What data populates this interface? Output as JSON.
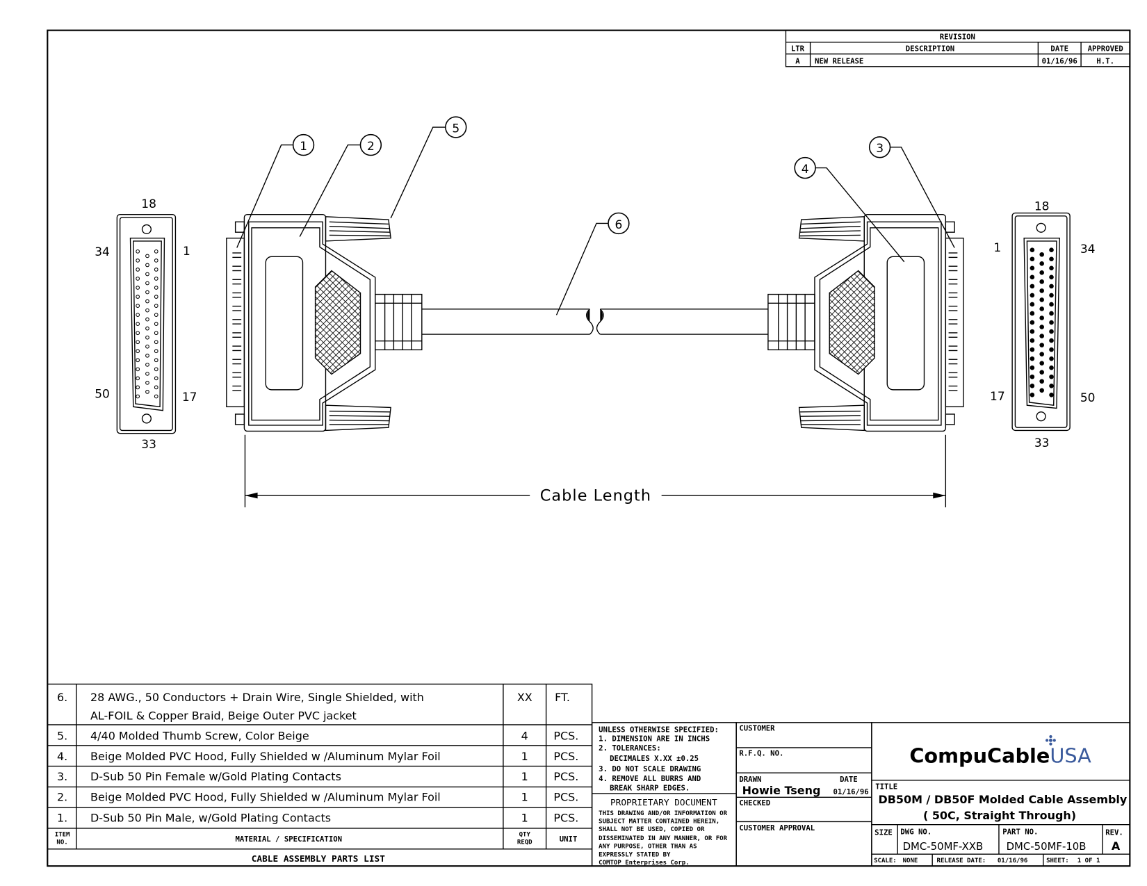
{
  "revision": {
    "title": "REVISION",
    "headers": [
      "LTR",
      "DESCRIPTION",
      "DATE",
      "APPROVED"
    ],
    "rows": [
      [
        "A",
        "NEW RELEASE",
        "01/16/96",
        "H.T."
      ]
    ]
  },
  "drawing": {
    "left_face_labels": [
      "18",
      "34",
      "1",
      "50",
      "17",
      "33"
    ],
    "right_face_labels": [
      "18",
      "1",
      "34",
      "17",
      "50",
      "33"
    ],
    "callouts": [
      "1",
      "2",
      "5",
      "6",
      "4",
      "3"
    ],
    "dimension_label": "Cable Length"
  },
  "parts_list": {
    "rows": [
      {
        "item": "6.",
        "spec": [
          "28 AWG., 50 Conductors + Drain Wire, Single Shielded, with",
          "AL-FOIL & Copper Braid, Beige Outer PVC jacket"
        ],
        "qty": "XX",
        "unit": "FT."
      },
      {
        "item": "5.",
        "spec": [
          "4/40 Molded Thumb Screw, Color Beige"
        ],
        "qty": "4",
        "unit": "PCS."
      },
      {
        "item": "4.",
        "spec": [
          "Beige Molded PVC Hood, Fully Shielded w /Aluminum Mylar Foil"
        ],
        "qty": "1",
        "unit": "PCS."
      },
      {
        "item": "3.",
        "spec": [
          "D-Sub 50 Pin Female w/Gold Plating Contacts"
        ],
        "qty": "1",
        "unit": "PCS."
      },
      {
        "item": "2.",
        "spec": [
          "Beige Molded PVC Hood, Fully Shielded w /Aluminum Mylar Foil"
        ],
        "qty": "1",
        "unit": "PCS."
      },
      {
        "item": "1.",
        "spec": [
          "D-Sub 50 Pin Male, w/Gold Plating Contacts"
        ],
        "qty": "1",
        "unit": "PCS."
      }
    ],
    "headers": {
      "item": [
        "ITEM",
        "NO."
      ],
      "spec": "MATERIAL / SPECIFICATION",
      "qty": [
        "QTY",
        "REQD"
      ],
      "unit": "UNIT"
    },
    "footer": "CABLE ASSEMBLY PARTS LIST"
  },
  "notes": {
    "lines": [
      "UNLESS OTHERWISE SPECIFIED:",
      "1. DIMENSION ARE IN INCHS",
      "2. TOLERANCES:",
      "   DECIMALES X.XX ±0.25",
      "3. DO NOT SCALE DRAWING",
      "4. REMOVE ALL BURRS AND",
      "   BREAK SHARP EDGES."
    ],
    "proprietary_title": "PROPRIETARY DOCUMENT",
    "proprietary_lines": [
      "THIS DRAWING AND/OR INFORMATION OR",
      "SUBJECT MATTER CONTAINED HEREIN,",
      "SHALL NOT BE USED, COPIED OR",
      "DISSEMINATED IN ANY MANNER, OR FOR",
      "ANY PURPOSE, OTHER THAN AS",
      "EXPRESSLY STATED BY",
      "COMTOP Enterprises Corp."
    ]
  },
  "approvals": {
    "customer": "CUSTOMER",
    "rfq": "R.F.Q. NO.",
    "drawn": "DRAWN",
    "date_label": "DATE",
    "drawn_by": "Howie Tseng",
    "drawn_date": "01/16/96",
    "checked": "CHECKED",
    "customer_approval": "CUSTOMER APPROVAL"
  },
  "title_block": {
    "logo_main": "CompuCable",
    "logo_suffix": "USA",
    "logo_color": "#3a5a9c",
    "title_label": "TITLE",
    "title_line1": "DB50M / DB50F Molded Cable Assembly",
    "title_line2": "( 50C, Straight Through)",
    "size_label": "SIZE",
    "dwg_label": "DWG NO.",
    "dwg_no": "DMC-50MF-XXB",
    "part_label": "PART NO.",
    "part_no": "DMC-50MF-10B",
    "rev_label": "REV.",
    "rev": "A",
    "scale_label": "SCALE:",
    "scale": "NONE",
    "release_label": "RELEASE DATE:",
    "release_date": "01/16/96",
    "sheet_label": "SHEET:",
    "sheet": "1  OF  1"
  }
}
